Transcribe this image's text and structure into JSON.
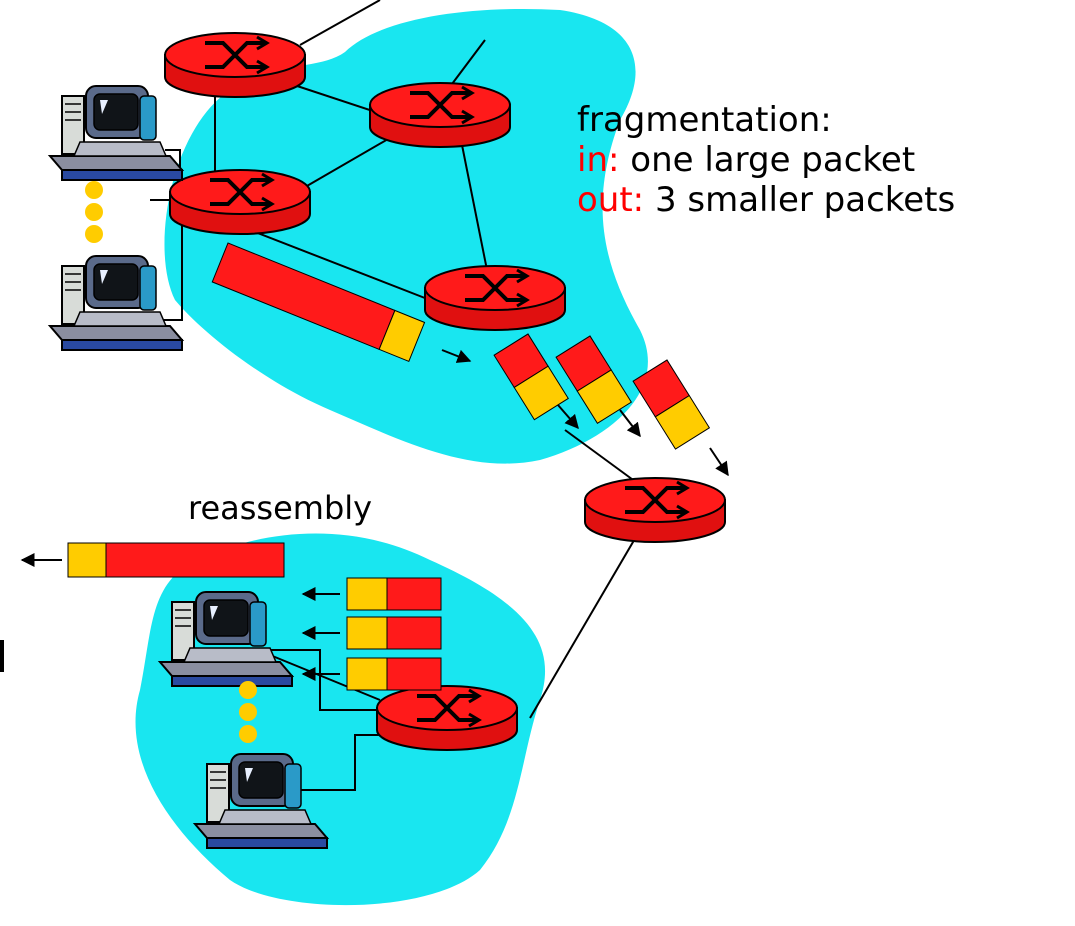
{
  "info": {
    "title": "fragmentation:",
    "in_label": "in:",
    "in_text": " one large packet",
    "out_label": "out:",
    "out_text": " 3 smaller packets"
  },
  "reassembly_label": "reassembly",
  "colors": {
    "cloud": "#19e6f0",
    "router": "#ff1a1a",
    "packet_body": "#ff1a1a",
    "packet_header": "#ffcc00",
    "highlight_text": "#ff0000",
    "dots": "#ffcc00"
  },
  "icons": {
    "router": "router-icon",
    "computer": "desktop-computer-icon",
    "arrow": "arrow-icon",
    "ellipsis": "vertical-ellipsis-icon"
  }
}
